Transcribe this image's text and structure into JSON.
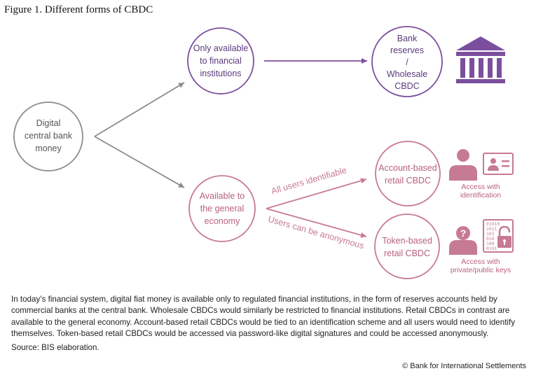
{
  "figure_title": "Figure 1. Different forms of CBDC",
  "nodes": {
    "root": [
      "Digital",
      "central bank",
      "money"
    ],
    "financial_institutions": [
      "Only available",
      "to financial",
      "institutions"
    ],
    "bank_reserves": [
      "Bank",
      "reserves",
      "/",
      "Wholesale",
      "CBDC"
    ],
    "general_economy": [
      "Available to",
      "the general",
      "economy"
    ],
    "account_based": [
      "Account-based",
      "retail CBDC"
    ],
    "token_based": [
      "Token-based",
      "retail CBDC"
    ]
  },
  "edge_labels": {
    "identifiable": "All users identifiable",
    "anonymous": "Users can be anonymous"
  },
  "captions": {
    "identification": [
      "Access with",
      "identification"
    ],
    "keys": [
      "Access with",
      "private/public keys"
    ]
  },
  "icons": {
    "bank": "bank-building-icon",
    "id_user": "user-icon",
    "id_card": "id-card-icon",
    "anon_user": "anonymous-user-icon",
    "question": "question-mark-icon",
    "keys": "digital-keys-icon",
    "lock": "padlock-icon"
  },
  "key_code_lines": [
    "01010",
    "1011",
    "101",
    "010",
    "100",
    "0101"
  ],
  "colors": {
    "gray": "#8c8c8c",
    "purple": "#7b4f9e",
    "pink": "#c77a93"
  },
  "description": "In today’s financial system, digital fiat money is available only to regulated financial institutions, in the form of reserves accounts held by commercial banks at the central bank. Wholesale CBDCs would similarly be restricted to financial institutions. Retail CBDCs in contrast are available to the general economy. Account-based retail CBDCs would be tied to an identification scheme and all users would need to identify themselves. Token-based retail CBDCs would be accessed via password-like digital signatures and could be accessed anonymously.",
  "source": "Source: BIS elaboration.",
  "copyright": "© Bank for International Settlements"
}
